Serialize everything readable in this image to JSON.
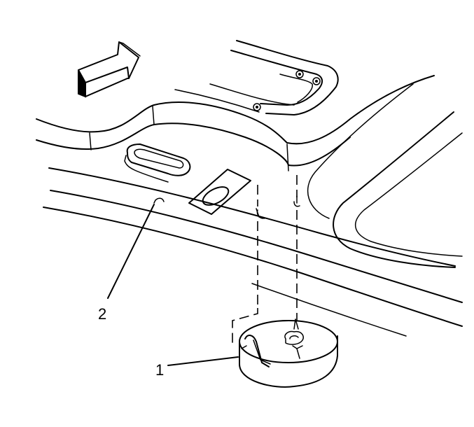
{
  "callouts": [
    {
      "id": "1",
      "label": "1"
    },
    {
      "id": "2",
      "label": "2"
    }
  ],
  "colors": {
    "line": "#000000",
    "background": "#ffffff",
    "arrow_fill": "#ffffff"
  },
  "icons": {
    "direction_arrow": "forward-arrow-icon"
  }
}
